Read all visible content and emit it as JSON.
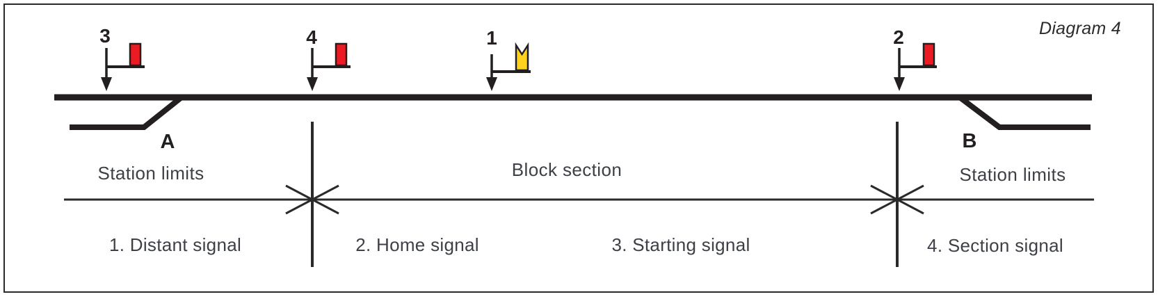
{
  "title": "Diagram 4",
  "colors": {
    "ink": "#231f20",
    "red_flag": "#EC1B23",
    "yellow_flag": "#FFD21E"
  },
  "points": {
    "a": "A",
    "b": "B"
  },
  "signals": [
    {
      "number": "3",
      "flag": "red",
      "role": "Starting signal"
    },
    {
      "number": "4",
      "flag": "red",
      "role": "Section signal"
    },
    {
      "number": "1",
      "flag": "yellow",
      "role": "Distant signal"
    },
    {
      "number": "2",
      "flag": "red",
      "role": "Home signal"
    }
  ],
  "zones": {
    "left": "Station limits",
    "center": "Block section",
    "right": "Station limits"
  },
  "legend": [
    {
      "label": "1. Distant signal"
    },
    {
      "label": "2. Home signal"
    },
    {
      "label": "3. Starting signal"
    },
    {
      "label": "4. Section signal"
    }
  ]
}
